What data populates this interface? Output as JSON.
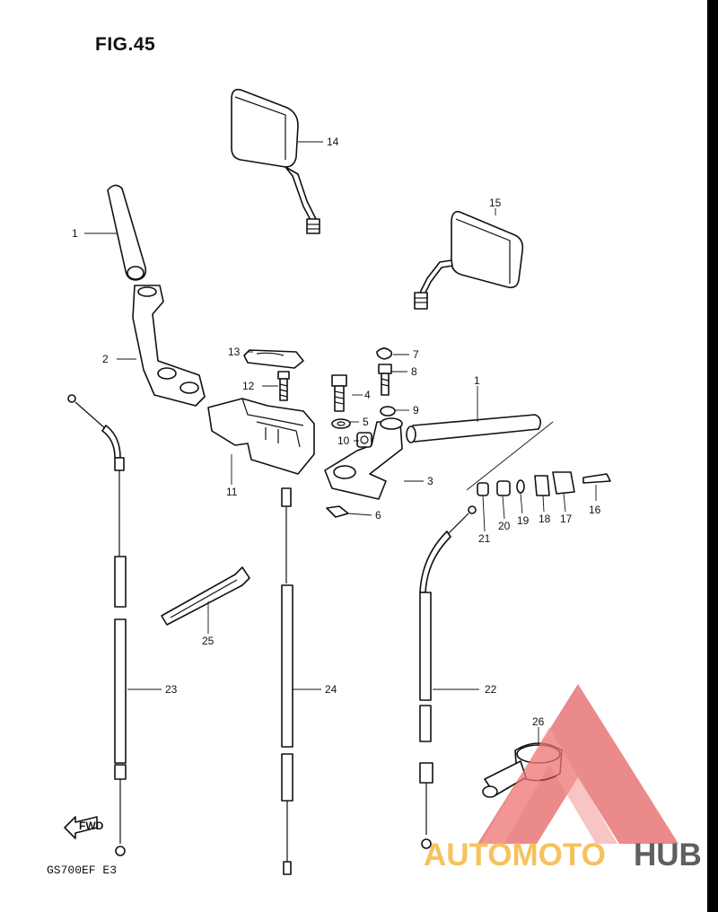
{
  "figure": {
    "title": "FIG.45",
    "model_code": "GS700EF  E3",
    "fwd_label": "FWD"
  },
  "callouts": [
    "1",
    "2",
    "3",
    "4",
    "5",
    "6",
    "7",
    "8",
    "9",
    "10",
    "11",
    "12",
    "13",
    "14",
    "15",
    "16",
    "17",
    "18",
    "19",
    "20",
    "21",
    "22",
    "23",
    "24",
    "25",
    "26",
    "1"
  ],
  "watermark": {
    "text_a": "AUTOMOTO",
    "text_b": "HUB",
    "color_a": "#f5b841",
    "color_b": "#444444",
    "triangle_color": "#e04848"
  }
}
